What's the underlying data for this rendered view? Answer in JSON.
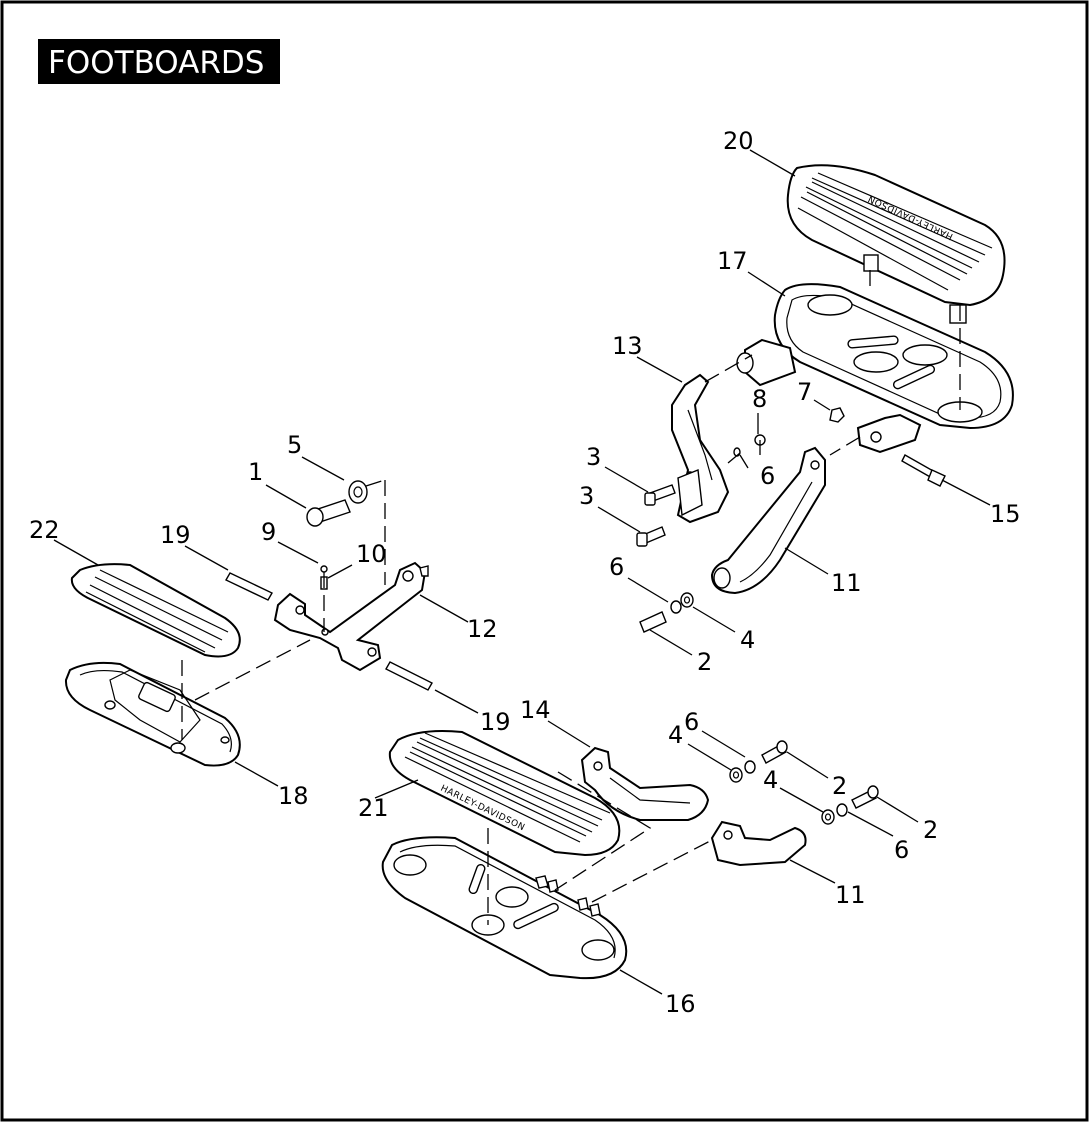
{
  "title": "FOOTBOARDS",
  "brand_mark": "HARLEY-DAVIDSON",
  "callouts": [
    {
      "id": "c20",
      "label": "20"
    },
    {
      "id": "c17",
      "label": "17"
    },
    {
      "id": "c13",
      "label": "13"
    },
    {
      "id": "c8",
      "label": "8"
    },
    {
      "id": "c7",
      "label": "7"
    },
    {
      "id": "c3a",
      "label": "3"
    },
    {
      "id": "c6a",
      "label": "6"
    },
    {
      "id": "c15",
      "label": "15"
    },
    {
      "id": "c3b",
      "label": "3"
    },
    {
      "id": "c5",
      "label": "5"
    },
    {
      "id": "c1",
      "label": "1"
    },
    {
      "id": "c9",
      "label": "9"
    },
    {
      "id": "c10",
      "label": "10"
    },
    {
      "id": "c22",
      "label": "22"
    },
    {
      "id": "c19a",
      "label": "19"
    },
    {
      "id": "c12",
      "label": "12"
    },
    {
      "id": "c6b",
      "label": "6"
    },
    {
      "id": "c11a",
      "label": "11"
    },
    {
      "id": "c4a",
      "label": "4"
    },
    {
      "id": "c2a",
      "label": "2"
    },
    {
      "id": "c19b",
      "label": "19"
    },
    {
      "id": "c14",
      "label": "14"
    },
    {
      "id": "c6c",
      "label": "6"
    },
    {
      "id": "c4b",
      "label": "4"
    },
    {
      "id": "c2b",
      "label": "2"
    },
    {
      "id": "c4c",
      "label": "4"
    },
    {
      "id": "c2c",
      "label": "2"
    },
    {
      "id": "c6d",
      "label": "6"
    },
    {
      "id": "c18",
      "label": "18"
    },
    {
      "id": "c21",
      "label": "21"
    },
    {
      "id": "c11b",
      "label": "11"
    },
    {
      "id": "c16",
      "label": "16"
    }
  ]
}
